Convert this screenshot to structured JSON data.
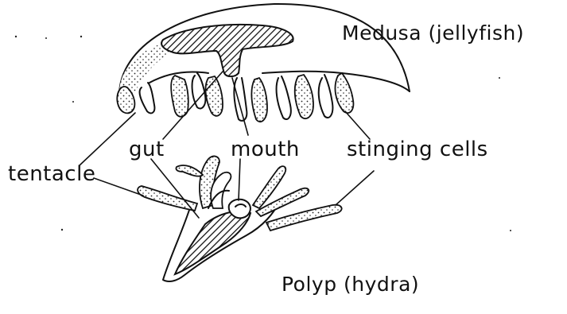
{
  "diagram": {
    "labels": {
      "medusa": "Medusa (jellyfish)",
      "polyp": "Polyp (hydra)",
      "tentacle": "tentacle",
      "gut": "gut",
      "mouth": "mouth",
      "stinging_cells": "stinging cells"
    }
  }
}
